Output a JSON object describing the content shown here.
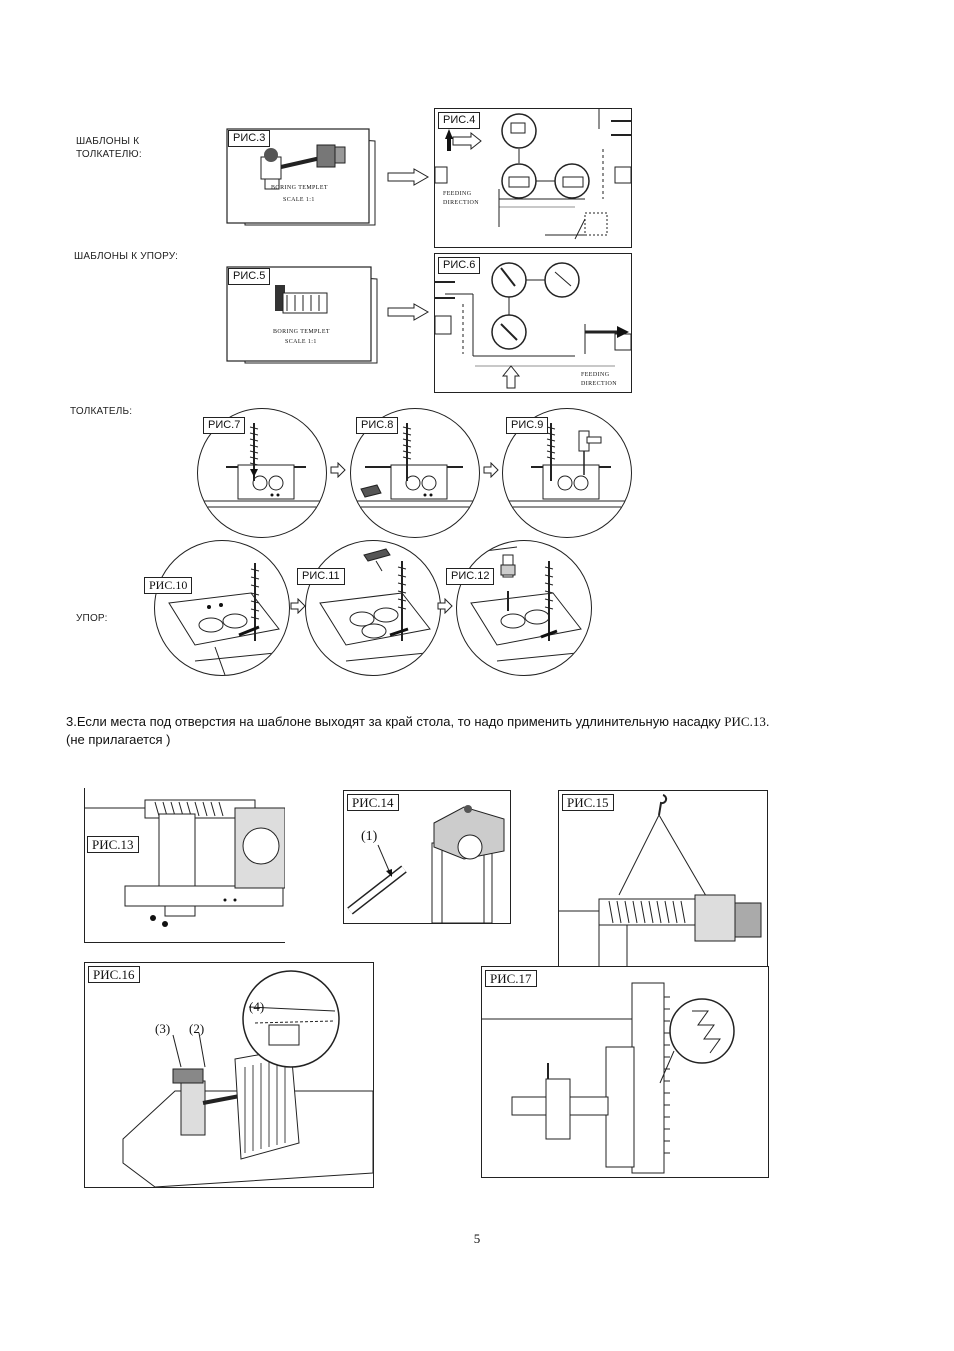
{
  "sections": {
    "pusher_templates": "ШАБЛОНЫ К ТОЛКАТЕЛЮ:",
    "stop_templates": "ШАБЛОНЫ К УПОРУ:",
    "pusher": "ТОЛКАТЕЛЬ:",
    "stop": "УПОР:"
  },
  "figures": {
    "fig3": {
      "label": "РИС.3",
      "line1": "BORING TEMPLET",
      "line2": "SCALE 1:1"
    },
    "fig4": {
      "label": "РИС.4",
      "line1": "FEEDING",
      "line2": "DIRECTION"
    },
    "fig5": {
      "label": "РИС.5",
      "line1": "BORING TEMPLET",
      "line2": "SCALE 1:1"
    },
    "fig6": {
      "label": "РИС.6",
      "line1": "FEEDING",
      "line2": "DIRECTION"
    },
    "fig7": {
      "label": "РИС.7"
    },
    "fig8": {
      "label": "РИС.8"
    },
    "fig9": {
      "label": "РИС.9"
    },
    "fig10": {
      "label": "РИС.10"
    },
    "fig11": {
      "label": "РИС.11"
    },
    "fig12": {
      "label": "РИС.12"
    },
    "fig13": {
      "label": "РИС.13"
    },
    "fig14": {
      "label": "РИС.14",
      "callout": "(1)"
    },
    "fig15": {
      "label": "РИС.15"
    },
    "fig16": {
      "label": "РИС.16",
      "callout_3": "(3)",
      "callout_2": "(2)",
      "callout_4": "(4)"
    },
    "fig17": {
      "label": "РИС.17"
    }
  },
  "paragraph": {
    "main": "3.Если места под отверстия на шаблоне выходят за край стола, то надо применить удлинительную насадку ",
    "ref": "РИС.13",
    "tail": ".",
    "line2": "(не прилагается )"
  },
  "page_number": "5"
}
